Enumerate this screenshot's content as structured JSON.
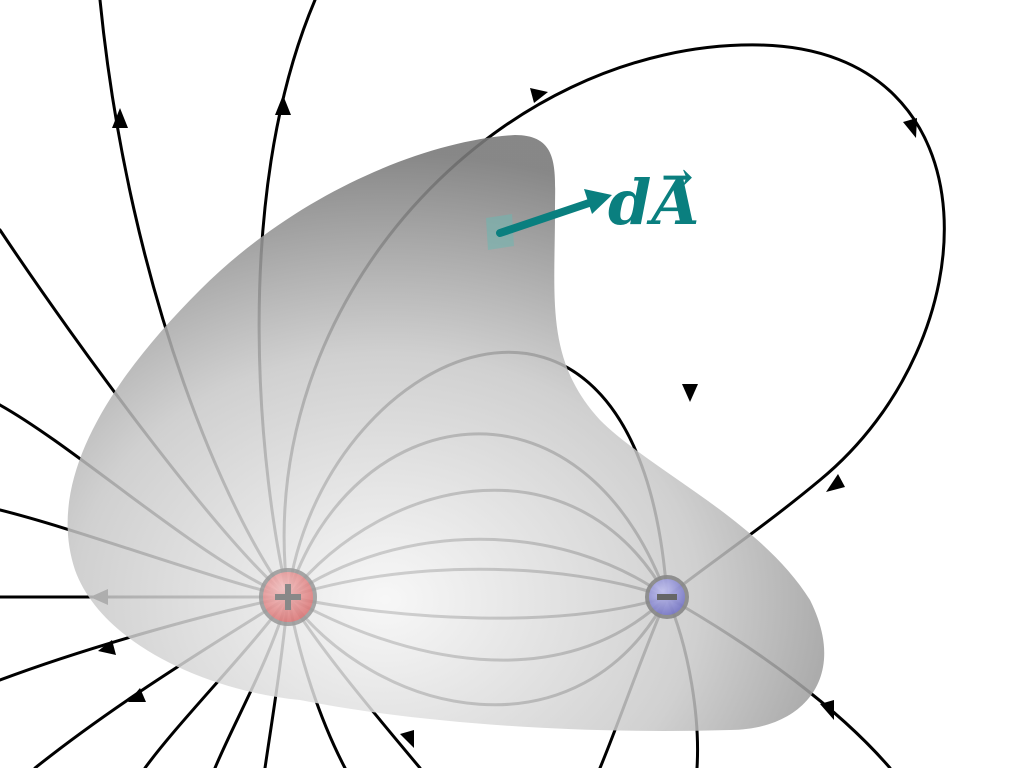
{
  "diagram": {
    "surface_label": "dA",
    "surface_label_d": "d",
    "surface_label_A": "A",
    "vector_mark": "→",
    "positive_symbol": "+",
    "negative_symbol": "−",
    "colors": {
      "surface": "#a9a9a9",
      "surface_highlight": "#f4f4f4",
      "positive_charge": "#e58a8a",
      "negative_charge": "#8f8fd6",
      "area_vector": "#0a7f7f",
      "field_lines": "#000000"
    }
  }
}
